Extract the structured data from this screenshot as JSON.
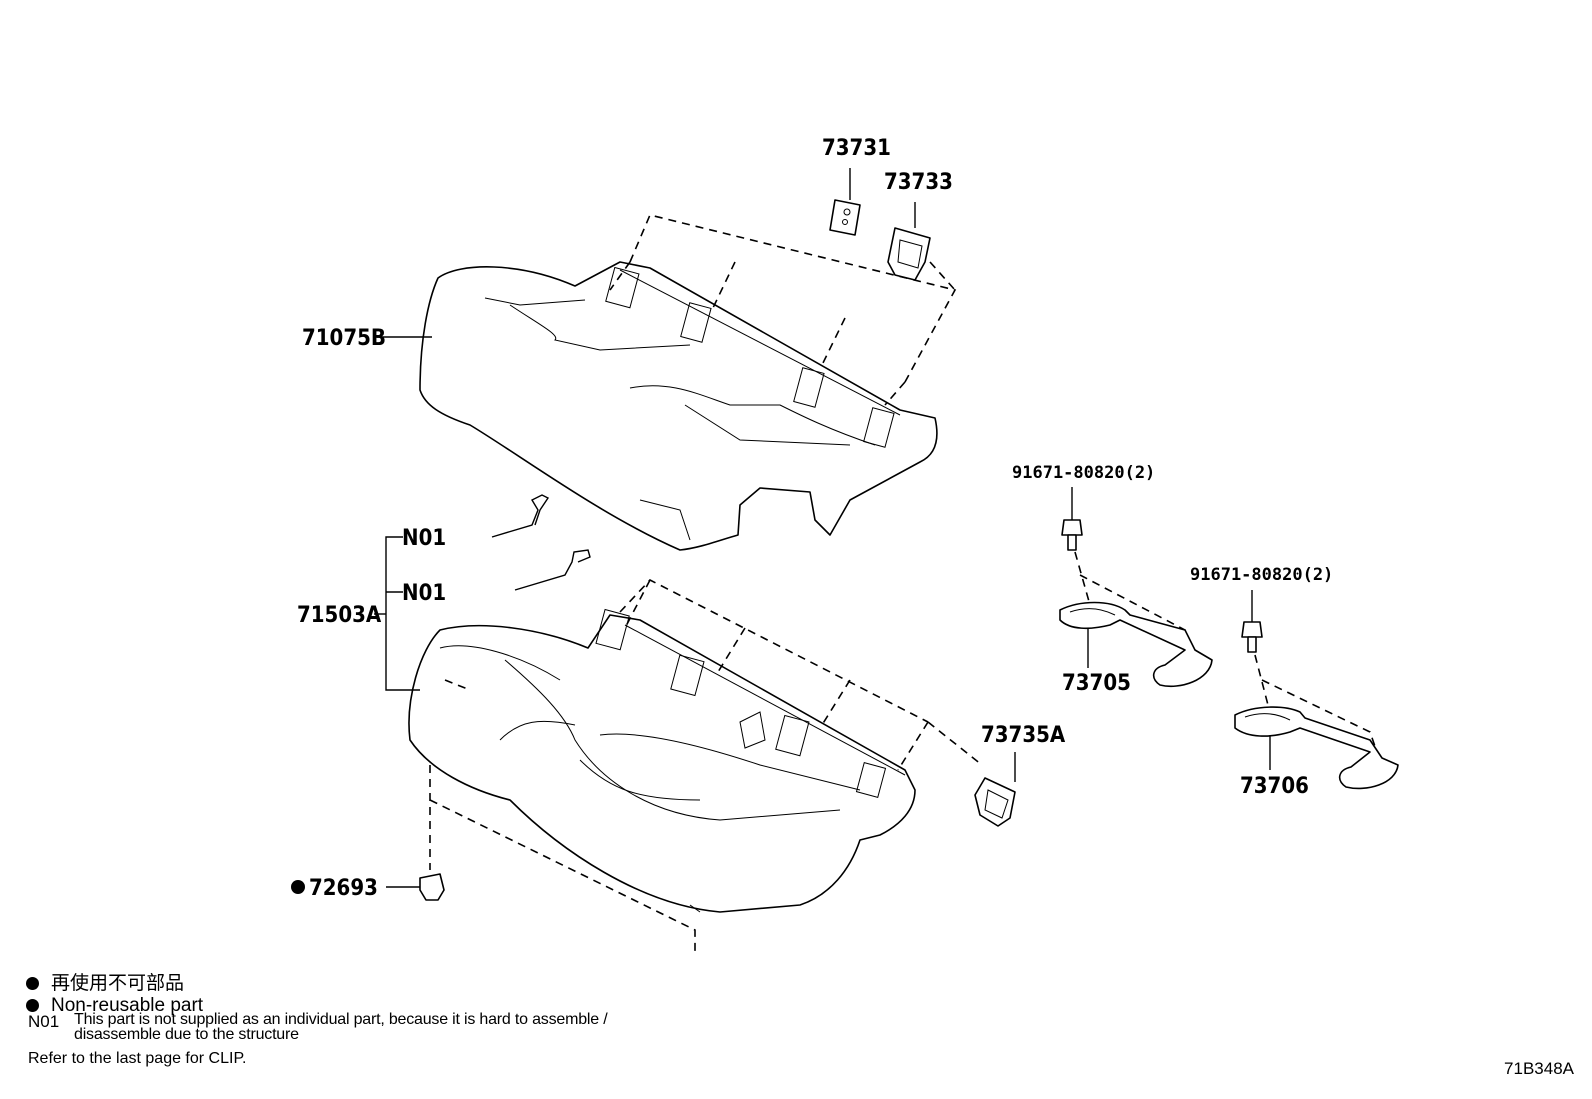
{
  "callouts": {
    "c73731": "73731",
    "c73733": "73733",
    "c71075B": "71075B",
    "n01_upper": "N01",
    "n01_lower": "N01",
    "c71503A": "71503A",
    "c72693": "72693",
    "c73735A": "73735A",
    "bolt_upper": "91671-80820(2)",
    "bolt_lower": "91671-80820(2)",
    "c73705": "73705",
    "c73706": "73706"
  },
  "legend": {
    "japanese": "再使用不可部品",
    "english": "Non-reusable part",
    "n01_code": "N01",
    "n01_line1": "This part is not supplied as an individual part, because it is hard to assemble /",
    "n01_line2": "disassemble due to the structure",
    "refer": "Refer to the last page for CLIP."
  },
  "diagram_id": "71B348A"
}
